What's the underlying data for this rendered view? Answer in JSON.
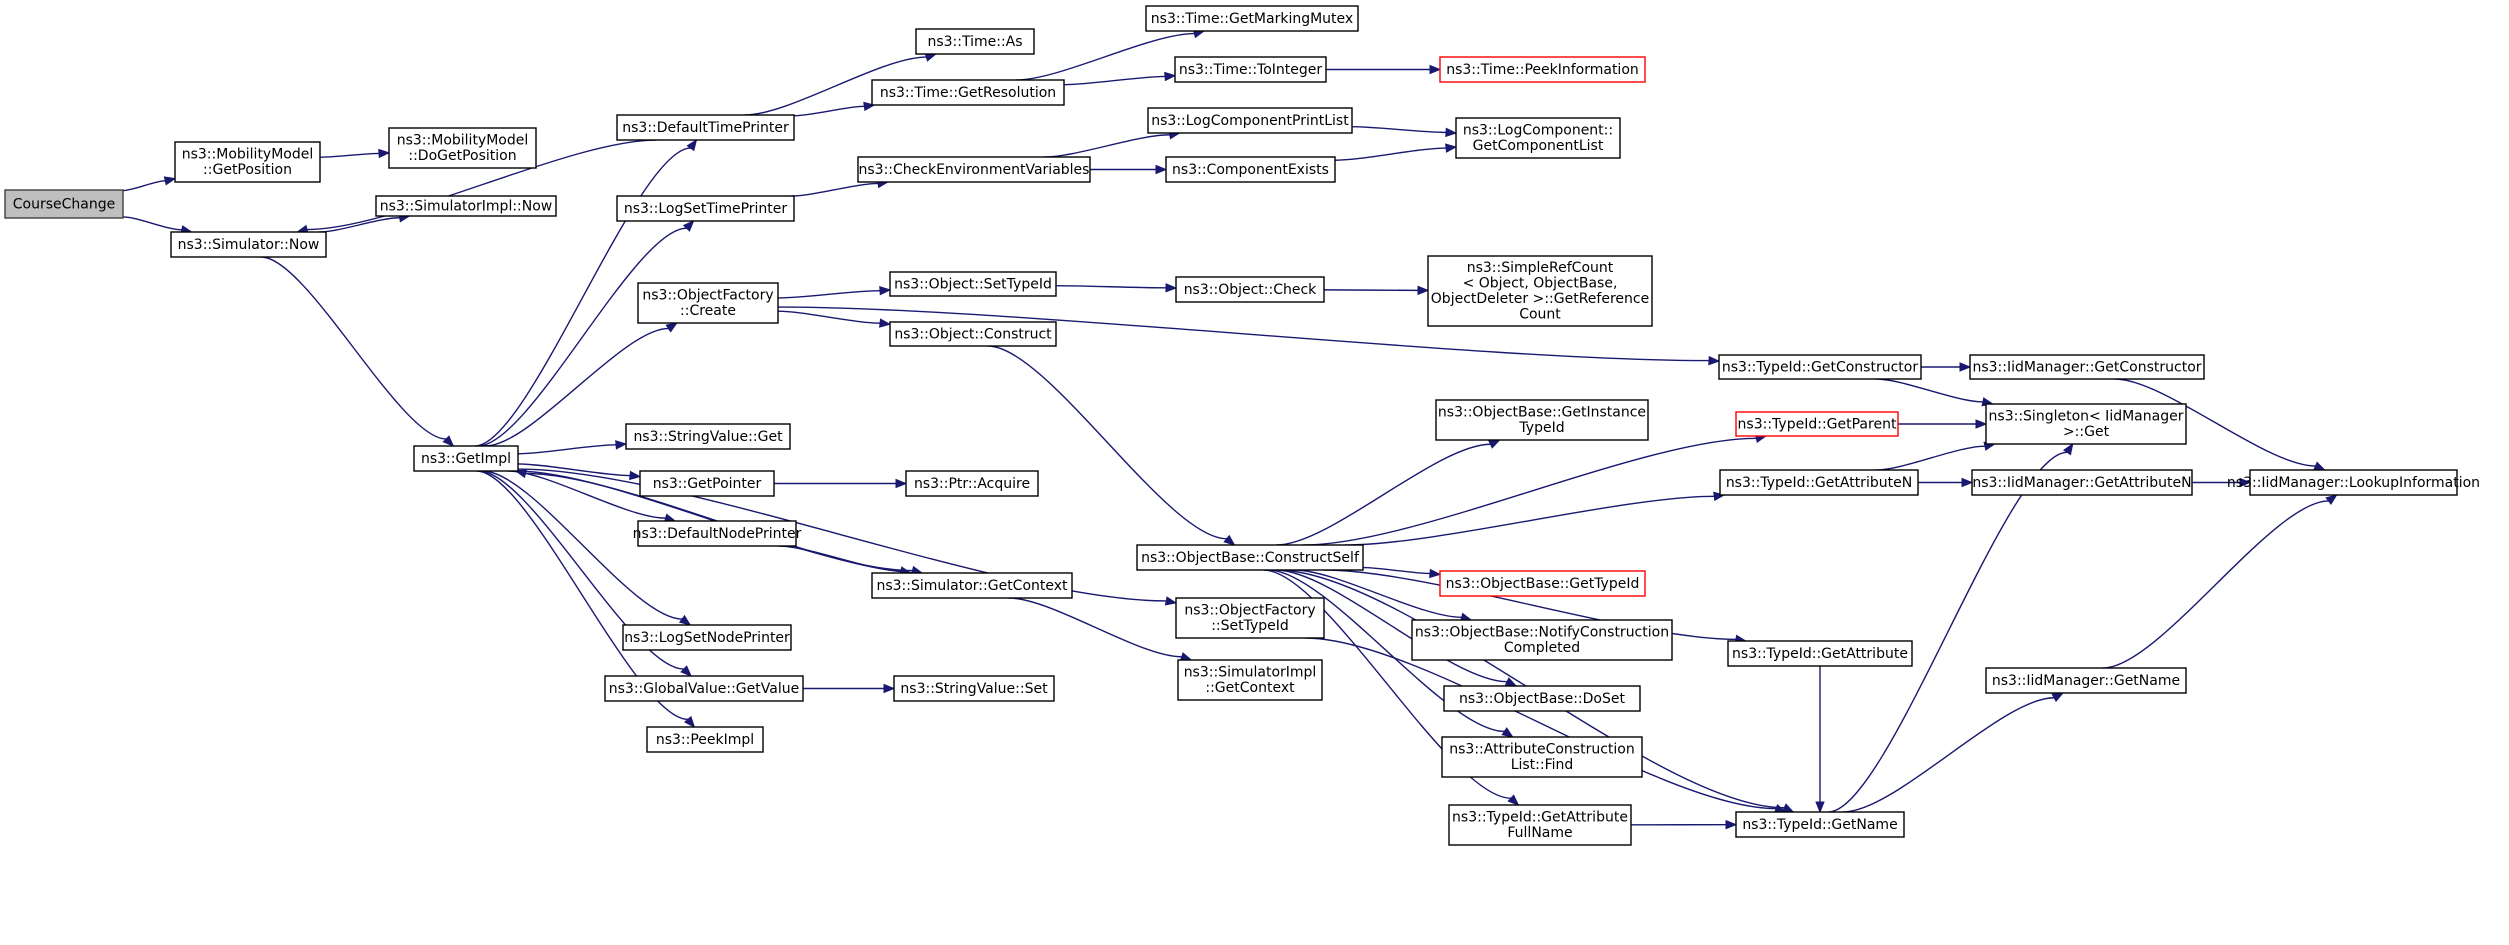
{
  "colors": {
    "edge": "#191970",
    "node_border": "#000000",
    "node_border_truncated": "#ff0000",
    "root_fill": "#bfbfbf",
    "background": "#ffffff"
  },
  "nodes": [
    {
      "id": "n0",
      "lines": [
        "CourseChange"
      ],
      "style": "root"
    },
    {
      "id": "n1",
      "lines": [
        "ns3::MobilityModel",
        "::GetPosition"
      ]
    },
    {
      "id": "n2",
      "lines": [
        "ns3::MobilityModel",
        "::DoGetPosition"
      ]
    },
    {
      "id": "n3",
      "lines": [
        "ns3::Simulator::Now"
      ]
    },
    {
      "id": "n4",
      "lines": [
        "ns3::SimulatorImpl::Now"
      ]
    },
    {
      "id": "n5",
      "lines": [
        "ns3::GetImpl"
      ]
    },
    {
      "id": "n6",
      "lines": [
        "ns3::DefaultTimePrinter"
      ]
    },
    {
      "id": "n7",
      "lines": [
        "ns3::Time::As"
      ]
    },
    {
      "id": "n8",
      "lines": [
        "ns3::Time::GetResolution"
      ]
    },
    {
      "id": "n9",
      "lines": [
        "ns3::Time::GetMarkingMutex"
      ]
    },
    {
      "id": "n10",
      "lines": [
        "ns3::Time::ToInteger"
      ]
    },
    {
      "id": "n11",
      "lines": [
        "ns3::Time::PeekInformation"
      ],
      "style": "trunc"
    },
    {
      "id": "n12",
      "lines": [
        "ns3::LogSetTimePrinter"
      ]
    },
    {
      "id": "n13",
      "lines": [
        "ns3::CheckEnvironmentVariables"
      ]
    },
    {
      "id": "n14",
      "lines": [
        "ns3::LogComponentPrintList"
      ]
    },
    {
      "id": "n15",
      "lines": [
        "ns3::ComponentExists"
      ]
    },
    {
      "id": "n16",
      "lines": [
        "ns3::LogComponent::",
        "GetComponentList"
      ]
    },
    {
      "id": "n17",
      "lines": [
        "ns3::ObjectFactory",
        "::Create"
      ]
    },
    {
      "id": "n18",
      "lines": [
        "ns3::Object::SetTypeId"
      ]
    },
    {
      "id": "n19",
      "lines": [
        "ns3::Object::Check"
      ]
    },
    {
      "id": "n20",
      "lines": [
        "ns3::SimpleRefCount",
        "< Object, ObjectBase,",
        " ObjectDeleter >::GetReference",
        "Count"
      ]
    },
    {
      "id": "n21",
      "lines": [
        "ns3::Object::Construct"
      ]
    },
    {
      "id": "n22",
      "lines": [
        "ns3::TypeId::GetConstructor"
      ]
    },
    {
      "id": "n23",
      "lines": [
        "ns3::IidManager::GetConstructor"
      ]
    },
    {
      "id": "n24",
      "lines": [
        "ns3::ObjectBase::GetInstance",
        "TypeId"
      ]
    },
    {
      "id": "n25",
      "lines": [
        "ns3::TypeId::GetParent"
      ],
      "style": "trunc"
    },
    {
      "id": "n26",
      "lines": [
        "ns3::Singleton< IidManager",
        " >::Get"
      ]
    },
    {
      "id": "n27",
      "lines": [
        "ns3::StringValue::Get"
      ]
    },
    {
      "id": "n28",
      "lines": [
        "ns3::GetPointer"
      ]
    },
    {
      "id": "n29",
      "lines": [
        "ns3::Ptr::Acquire"
      ]
    },
    {
      "id": "n30",
      "lines": [
        "ns3::TypeId::GetAttributeN"
      ]
    },
    {
      "id": "n31",
      "lines": [
        "ns3::IidManager::GetAttributeN"
      ]
    },
    {
      "id": "n32",
      "lines": [
        "ns3::IidManager::LookupInformation"
      ]
    },
    {
      "id": "n33",
      "lines": [
        "ns3::DefaultNodePrinter"
      ]
    },
    {
      "id": "n34",
      "lines": [
        "ns3::ObjectBase::ConstructSelf"
      ]
    },
    {
      "id": "n35",
      "lines": [
        "ns3::Simulator::GetContext"
      ]
    },
    {
      "id": "n36",
      "lines": [
        "ns3::ObjectBase::GetTypeId"
      ],
      "style": "trunc"
    },
    {
      "id": "n37",
      "lines": [
        "ns3::ObjectFactory",
        "::SetTypeId"
      ]
    },
    {
      "id": "n38",
      "lines": [
        "ns3::LogSetNodePrinter"
      ]
    },
    {
      "id": "n39",
      "lines": [
        "ns3::ObjectBase::NotifyConstruction",
        "Completed"
      ]
    },
    {
      "id": "n40",
      "lines": [
        "ns3::TypeId::GetAttribute"
      ]
    },
    {
      "id": "n41",
      "lines": [
        "ns3::GlobalValue::GetValue"
      ]
    },
    {
      "id": "n42",
      "lines": [
        "ns3::StringValue::Set"
      ]
    },
    {
      "id": "n43",
      "lines": [
        "ns3::SimulatorImpl",
        "::GetContext"
      ]
    },
    {
      "id": "n44",
      "lines": [
        "ns3::IidManager::GetName"
      ]
    },
    {
      "id": "n45",
      "lines": [
        "ns3::ObjectBase::DoSet"
      ]
    },
    {
      "id": "n46",
      "lines": [
        "ns3::PeekImpl"
      ]
    },
    {
      "id": "n47",
      "lines": [
        "ns3::AttributeConstruction",
        "List::Find"
      ]
    },
    {
      "id": "n48",
      "lines": [
        "ns3::TypeId::GetAttribute",
        "FullName"
      ]
    },
    {
      "id": "n49",
      "lines": [
        "ns3::TypeId::GetName"
      ]
    }
  ],
  "edges": [
    [
      "n0",
      "n1"
    ],
    [
      "n0",
      "n3"
    ],
    [
      "n1",
      "n2"
    ],
    [
      "n3",
      "n4"
    ],
    [
      "n3",
      "n5"
    ],
    [
      "n5",
      "n6"
    ],
    [
      "n5",
      "n12"
    ],
    [
      "n5",
      "n17"
    ],
    [
      "n5",
      "n27"
    ],
    [
      "n5",
      "n28"
    ],
    [
      "n5",
      "n33"
    ],
    [
      "n5",
      "n35"
    ],
    [
      "n5",
      "n38"
    ],
    [
      "n5",
      "n41"
    ],
    [
      "n5",
      "n46"
    ],
    [
      "n5",
      "n37"
    ],
    [
      "n6",
      "n3"
    ],
    [
      "n6",
      "n7"
    ],
    [
      "n6",
      "n8"
    ],
    [
      "n8",
      "n9"
    ],
    [
      "n8",
      "n10"
    ],
    [
      "n10",
      "n11"
    ],
    [
      "n12",
      "n13"
    ],
    [
      "n13",
      "n14"
    ],
    [
      "n13",
      "n15"
    ],
    [
      "n14",
      "n16"
    ],
    [
      "n15",
      "n16"
    ],
    [
      "n17",
      "n18"
    ],
    [
      "n17",
      "n21"
    ],
    [
      "n17",
      "n22"
    ],
    [
      "n18",
      "n19"
    ],
    [
      "n19",
      "n20"
    ],
    [
      "n21",
      "n34"
    ],
    [
      "n22",
      "n23"
    ],
    [
      "n22",
      "n26"
    ],
    [
      "n23",
      "n32"
    ],
    [
      "n25",
      "n26"
    ],
    [
      "n28",
      "n29"
    ],
    [
      "n30",
      "n31"
    ],
    [
      "n30",
      "n26"
    ],
    [
      "n31",
      "n32"
    ],
    [
      "n33",
      "n35"
    ],
    [
      "n34",
      "n24"
    ],
    [
      "n34",
      "n25"
    ],
    [
      "n34",
      "n30"
    ],
    [
      "n34",
      "n36"
    ],
    [
      "n34",
      "n39"
    ],
    [
      "n34",
      "n40"
    ],
    [
      "n34",
      "n45"
    ],
    [
      "n34",
      "n47"
    ],
    [
      "n34",
      "n48"
    ],
    [
      "n34",
      "n49"
    ],
    [
      "n35",
      "n43"
    ],
    [
      "n35",
      "n5"
    ],
    [
      "n37",
      "n49"
    ],
    [
      "n40",
      "n49"
    ],
    [
      "n41",
      "n42"
    ],
    [
      "n44",
      "n32"
    ],
    [
      "n48",
      "n49"
    ],
    [
      "n49",
      "n26"
    ],
    [
      "n49",
      "n44"
    ]
  ]
}
